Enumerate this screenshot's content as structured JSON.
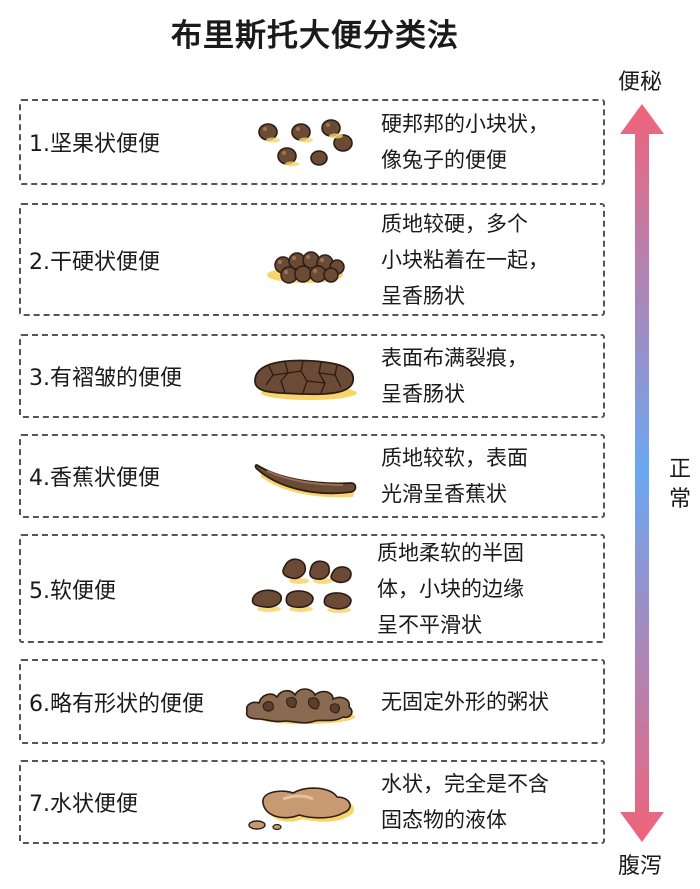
{
  "title": "布里斯托大便分类法",
  "scale": {
    "top_label": "便秘",
    "middle_label": "正常",
    "bottom_label": "腹泻",
    "color_ends": "#f0637a",
    "color_middle": "#6aa8f2"
  },
  "rows": [
    {
      "label": "1.坚果状便便",
      "icon": "nut-shaped-stool-icon",
      "desc": [
        "硬邦邦的小块状，",
        "像兔子的便便"
      ]
    },
    {
      "label": "2.干硬状便便",
      "icon": "dry-hard-stool-icon",
      "desc": [
        "质地较硬，多个",
        "小块粘着在一起，",
        "呈香肠状"
      ]
    },
    {
      "label": "3.有褶皱的便便",
      "icon": "cracked-stool-icon",
      "desc": [
        "表面布满裂痕，",
        "呈香肠状"
      ]
    },
    {
      "label": "4.香蕉状便便",
      "icon": "banana-stool-icon",
      "desc": [
        "质地较软，表面",
        "光滑呈香蕉状"
      ]
    },
    {
      "label": "5.软便便",
      "icon": "soft-blobs-stool-icon",
      "desc": [
        "质地柔软的半固",
        "体，小块的边缘",
        "呈不平滑状"
      ]
    },
    {
      "label": "6.略有形状的便便",
      "icon": "mushy-stool-icon",
      "desc": [
        "无固定外形的粥状"
      ]
    },
    {
      "label": "7.水状便便",
      "icon": "watery-stool-icon",
      "desc": [
        "水状，完全是不含",
        "固态物的液体"
      ]
    }
  ]
}
